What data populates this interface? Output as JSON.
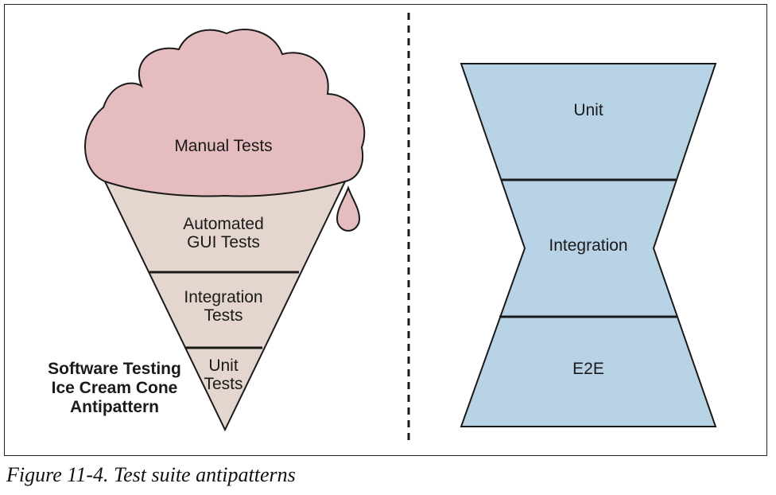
{
  "cone": {
    "top_label": "Manual Tests",
    "layers": [
      {
        "line1": "Automated",
        "line2": "GUI Tests"
      },
      {
        "line1": "Integration",
        "line2": "Tests"
      },
      {
        "line1": "Unit",
        "line2": "Tests"
      }
    ],
    "title_lines": [
      "Software Testing",
      "Ice Cream Cone",
      "Antipattern"
    ]
  },
  "hourglass": {
    "sections": [
      "Unit",
      "Integration",
      "E2E"
    ]
  },
  "caption": "Figure 11-4. Test suite antipatterns",
  "colors": {
    "scoop": "#e5bcbf",
    "cone": "#e4d6cf",
    "hourglass": "#b8d2e6",
    "stroke": "#1a1a1a"
  }
}
